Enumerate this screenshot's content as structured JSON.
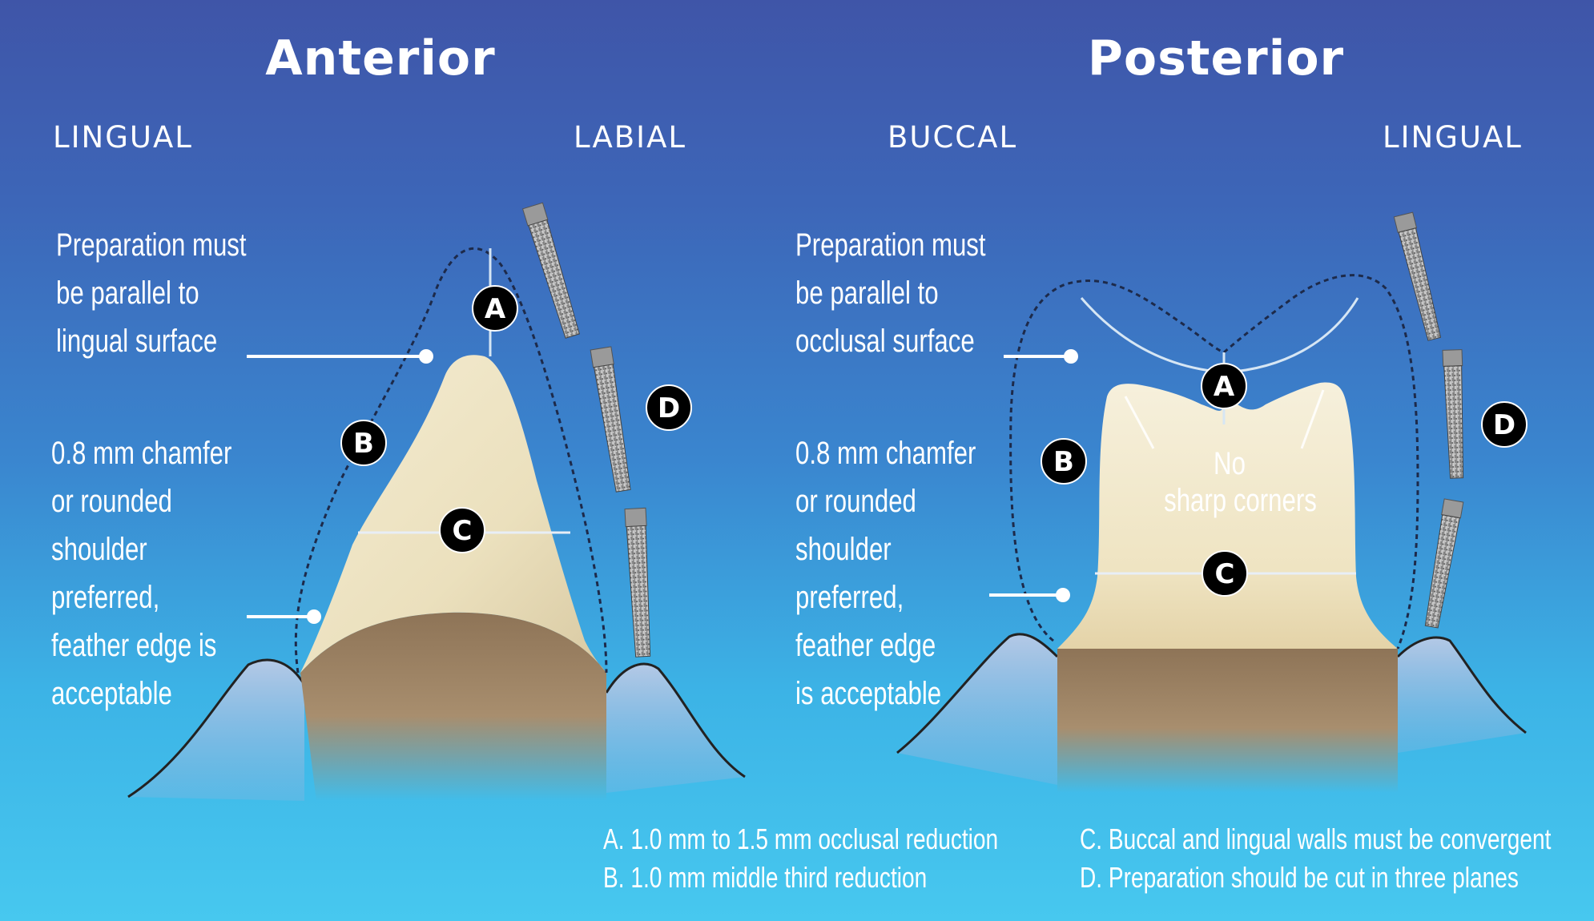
{
  "anterior": {
    "title": "Anterior",
    "left_label": "LINGUAL",
    "right_label": "LABIAL",
    "note_top": [
      "Preparation must",
      "be parallel to",
      "lingual surface"
    ],
    "note_bottom": [
      "0.8 mm chamfer",
      "or rounded",
      "shoulder",
      "preferred,",
      "feather edge is",
      "acceptable"
    ]
  },
  "posterior": {
    "title": "Posterior",
    "left_label": "BUCCAL",
    "right_label": "LINGUAL",
    "note_top": [
      "Preparation must",
      "be parallel to",
      "occlusal surface"
    ],
    "note_bottom": [
      "0.8 mm chamfer",
      "or rounded",
      "shoulder",
      "preferred,",
      "feather edge",
      "is acceptable"
    ],
    "tooth_text": [
      "No",
      "sharp corners"
    ]
  },
  "markers": {
    "a": "A",
    "b": "B",
    "c": "C",
    "d": "D"
  },
  "legend": {
    "a": "A. 1.0 mm to 1.5 mm occlusal reduction",
    "b": "B. 1.0 mm middle third reduction",
    "c": "C. Buccal and lingual walls must be convergent",
    "d": "D. Preparation should be cut in three planes"
  },
  "colors": {
    "background_top": "#3f55a8",
    "background_bottom": "#47c8ef",
    "tooth_enamel": "#efe6c6",
    "tooth_root": "#9e8566",
    "gum": "#a3bfe0",
    "marker": "#000000"
  },
  "icons": [
    "diamond-bur-icon"
  ]
}
